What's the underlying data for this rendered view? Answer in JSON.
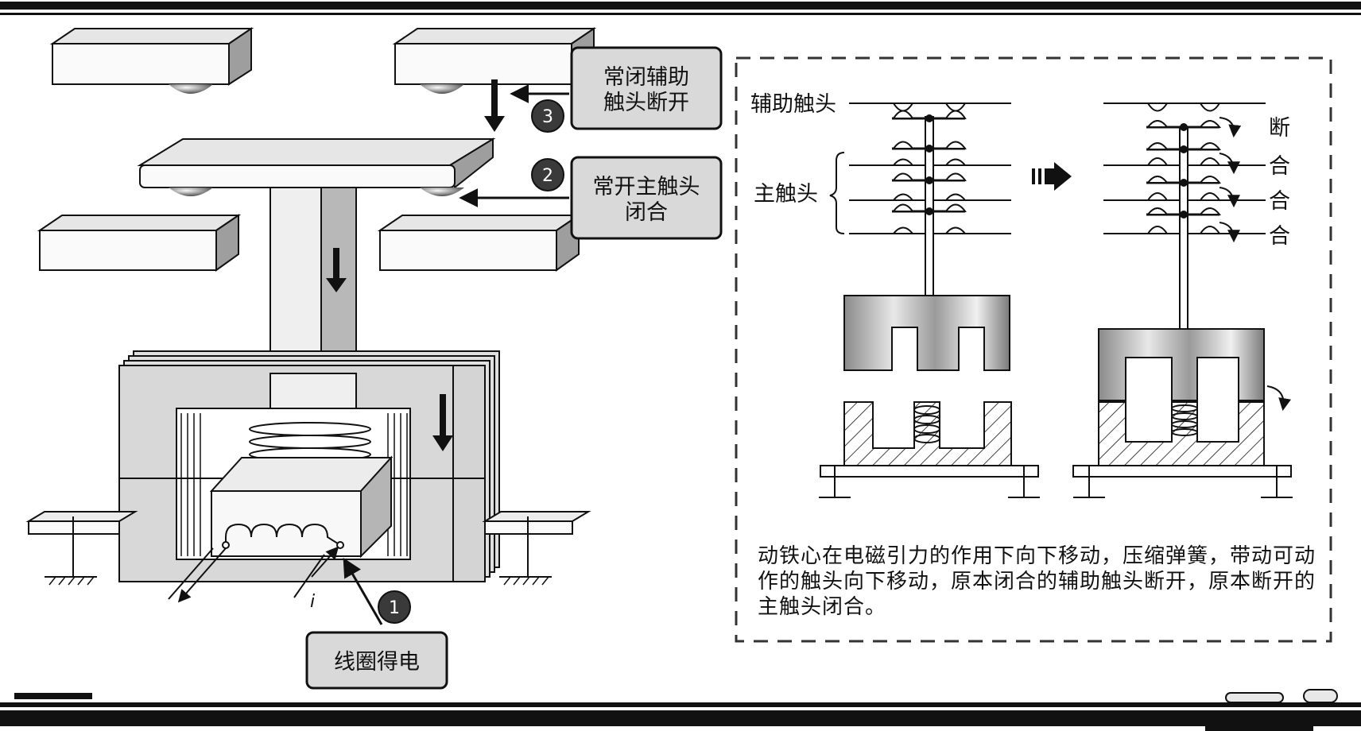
{
  "callouts": [
    {
      "num": "1",
      "line1": "线圈得电",
      "line2": ""
    },
    {
      "num": "2",
      "line1": "常开主触头",
      "line2": "闭合"
    },
    {
      "num": "3",
      "line1": "常闭辅助",
      "line2": "触头断开"
    }
  ],
  "labels": {
    "aux_contact": "辅助触头",
    "main_contact": "主触头",
    "current": "i",
    "state_break": "断",
    "state_close": "合"
  },
  "description": "动铁心在电磁引力的作用下向下移动，压缩弹簧，带动可动作的触头向下移动，原本闭合的辅助触头断开，原本断开的主触头闭合。",
  "colors": {
    "line": "#111111",
    "box_fill": "#d9d9d9",
    "core_fill": "#bdbdbd"
  }
}
